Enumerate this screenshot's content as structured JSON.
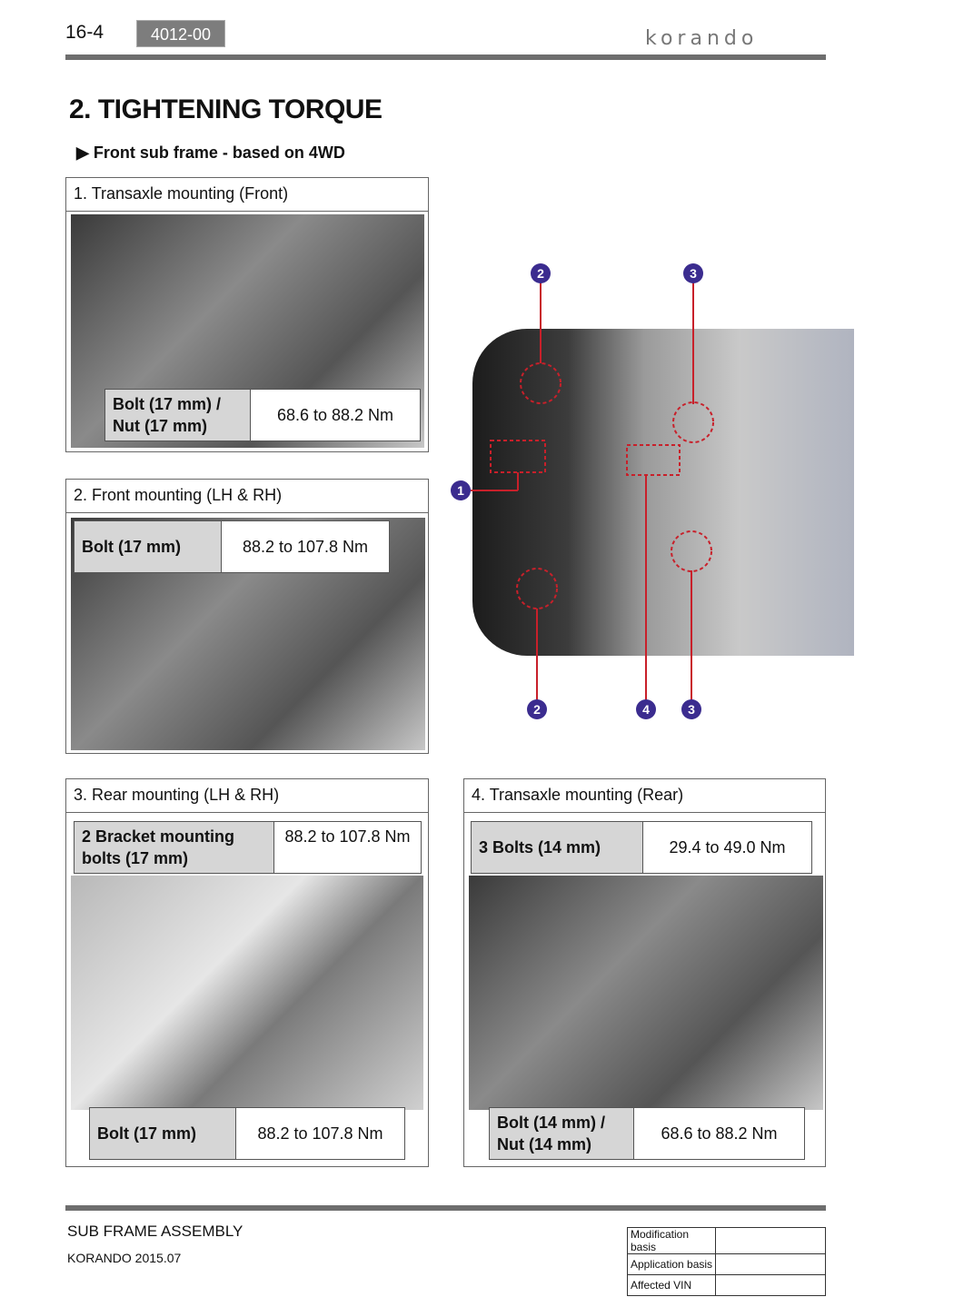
{
  "header": {
    "page_number": "16-4",
    "section_code": "4012-00",
    "brand": "korando"
  },
  "title": "2. TIGHTENING TORQUE",
  "subtitle": "Front sub frame - based on 4WD",
  "subtitle_icon": "triangle-right-icon",
  "sections": [
    {
      "title": "1. Transaxle mounting (Front)",
      "specs": [
        {
          "label": "Bolt (17 mm) / Nut (17 mm)",
          "value": "68.6 to 88.2 Nm"
        }
      ]
    },
    {
      "title": "2. Front mounting (LH & RH)",
      "specs": [
        {
          "label": "Bolt (17 mm)",
          "value": "88.2 to 107.8 Nm"
        }
      ]
    },
    {
      "title": "3. Rear mounting (LH & RH)",
      "specs": [
        {
          "label": "2 Bracket mounting bolts (17 mm)",
          "value": "88.2 to 107.8 Nm"
        },
        {
          "label": "Bolt (17 mm)",
          "value": "88.2 to 107.8 Nm"
        }
      ]
    },
    {
      "title": "4. Transaxle mounting (Rear)",
      "specs": [
        {
          "label": "3 Bolts (14 mm)",
          "value": "29.4 to 49.0 Nm"
        },
        {
          "label": "Bolt (14 mm) / Nut (14 mm)",
          "value": "68.6 to 88.2 Nm"
        }
      ]
    }
  ],
  "diagram_badges": [
    "1",
    "2",
    "2",
    "3",
    "3",
    "4"
  ],
  "footer": {
    "section": "SUB FRAME ASSEMBLY",
    "model": "KORANDO 2015.07",
    "meta": [
      "Modification basis",
      "Application basis",
      "Affected VIN"
    ]
  },
  "colors": {
    "badge": "#3b2c8f",
    "callout": "#c8202a",
    "label_bg": "#d6d6d6"
  }
}
